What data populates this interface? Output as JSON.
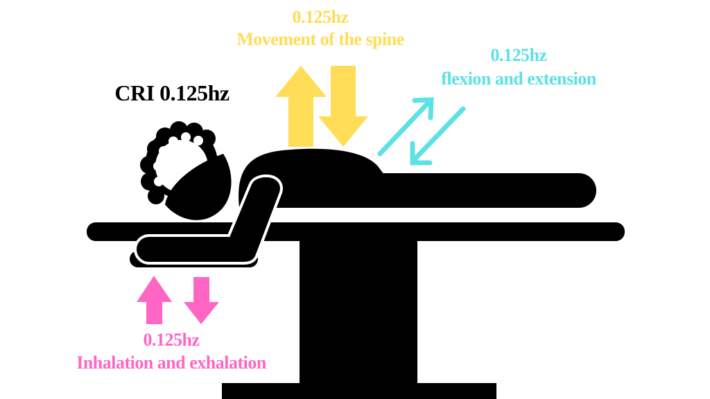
{
  "colors": {
    "spine": "#FFDD57",
    "flexion": "#5CE1E6",
    "breath": "#FF66C4",
    "figure": "#000000"
  },
  "cri_label": "CRI  0.125hz",
  "spine": {
    "freq": "0.125hz",
    "label": "Movement of the spine"
  },
  "flexion": {
    "freq": "0.125hz",
    "label": "flexion and extension"
  },
  "breath": {
    "freq": "0.125hz",
    "label": "Inhalation and exhalation"
  }
}
